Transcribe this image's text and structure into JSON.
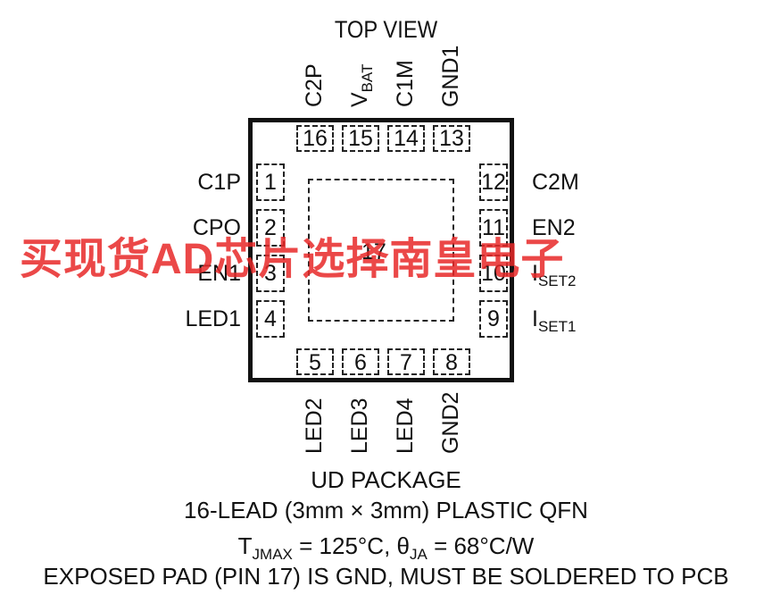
{
  "title": "TOP VIEW",
  "pins_top": [
    {
      "num": "16",
      "label": "C2P"
    },
    {
      "num": "15",
      "label": "V",
      "sub": "BAT"
    },
    {
      "num": "14",
      "label": "C1M"
    },
    {
      "num": "13",
      "label": "GND1"
    }
  ],
  "pins_left": [
    {
      "num": "1",
      "label": "C1P"
    },
    {
      "num": "2",
      "label": "CPO"
    },
    {
      "num": "3",
      "label": "EN1"
    },
    {
      "num": "4",
      "label": "LED1"
    }
  ],
  "pins_right": [
    {
      "num": "12",
      "label": "C2M"
    },
    {
      "num": "11",
      "label": "EN2"
    },
    {
      "num": "10",
      "label": "I",
      "sub": "SET2"
    },
    {
      "num": "9",
      "label": "I",
      "sub": "SET1"
    }
  ],
  "pins_bottom": [
    {
      "num": "5",
      "label": "LED2"
    },
    {
      "num": "6",
      "label": "LED3"
    },
    {
      "num": "7",
      "label": "LED4"
    },
    {
      "num": "8",
      "label": "GND2"
    }
  ],
  "exposed_pad": "17",
  "package_name": "UD PACKAGE",
  "package_desc": "16-LEAD (3mm × 3mm) PLASTIC QFN",
  "thermal": {
    "t": "T",
    "t_sub": "JMAX",
    "t_val": " = 125°C, ",
    "theta": "θ",
    "theta_sub": "JA",
    "theta_val": " = 68°C/W"
  },
  "exposed_note": "EXPOSED PAD (PIN 17) IS GND, MUST BE SOLDERED TO PCB",
  "watermark": "买现货AD芯片选择南皇电子"
}
